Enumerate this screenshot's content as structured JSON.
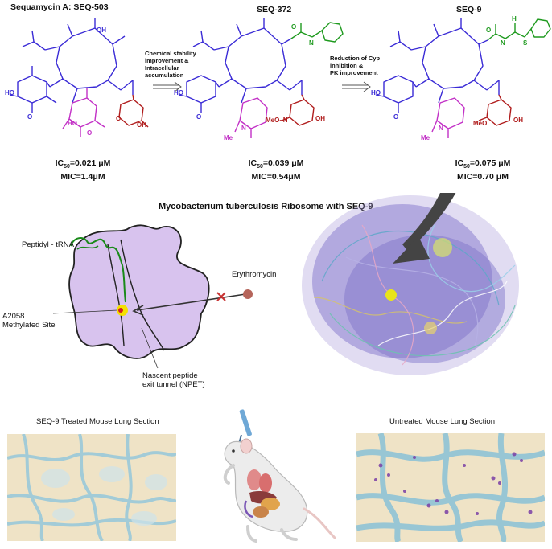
{
  "compounds": [
    {
      "name": "Sequamycin A: SEQ-503",
      "ic50_prefix": "IC",
      "ic50_sub": "50",
      "ic50_value": "=0.021 μM",
      "mic": "MIC=1.4μM"
    },
    {
      "name": "SEQ-372",
      "ic50_prefix": "IC",
      "ic50_sub": "50",
      "ic50_value": "=0.039 μM",
      "mic": "MIC=0.54μM"
    },
    {
      "name": "SEQ-9",
      "ic50_prefix": "IC",
      "ic50_sub": "50",
      "ic50_value": "=0.075 μM",
      "mic": "MIC=0.70 μM"
    }
  ],
  "arrows": [
    {
      "lines": [
        "Chemical stability",
        "improvement &",
        "Intracellular",
        "accumulation"
      ]
    },
    {
      "lines": [
        "Reduction of Cyp",
        "inhibition &",
        "PK improvement"
      ]
    }
  ],
  "atoms": {
    "oh": "OH",
    "ho": "HO",
    "o": "O",
    "me": "Me",
    "n": "N",
    "meo_n": "MeO–N",
    "meo": "MeO",
    "h": "H",
    "s": "S"
  },
  "ribosome": {
    "title": "Mycobacterium tuberculosis Ribosome with SEQ-9",
    "peptidyl": "Peptidyl - tRNA",
    "erythromycin": "Erythromycin",
    "site_line1": "A2058",
    "site_line2": "Methylated Site",
    "tunnel_line1": "Nascent peptide",
    "tunnel_line2": "exit tunnel (NPET)"
  },
  "tissue": {
    "treated": "SEQ-9 Treated Mouse Lung Section",
    "untreated": "Untreated Mouse Lung Section"
  },
  "colors": {
    "macrolide": "#3a2bd6",
    "sugar": "#c230c6",
    "cladinose": "#b01c1c",
    "amide": "#1f9a1f",
    "ribosome_fill": "#d8c3ee",
    "ribosome_3d": "#8d7fd0",
    "tissue_bg": "#efe3c6",
    "tissue_stain": "#9ac9d9"
  }
}
